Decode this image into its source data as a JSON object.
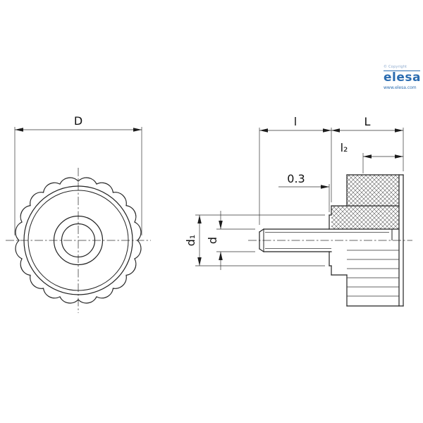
{
  "logo": {
    "copyright": "© Copyright",
    "brand": "elesa",
    "website": "www.elesa.com",
    "brand_color": "#2b6cb0"
  },
  "dim_labels": {
    "D": "D",
    "l": "l",
    "L": "L",
    "l2": "l₂",
    "boss": "0.3",
    "d1": "d₁",
    "d": "d"
  }
}
